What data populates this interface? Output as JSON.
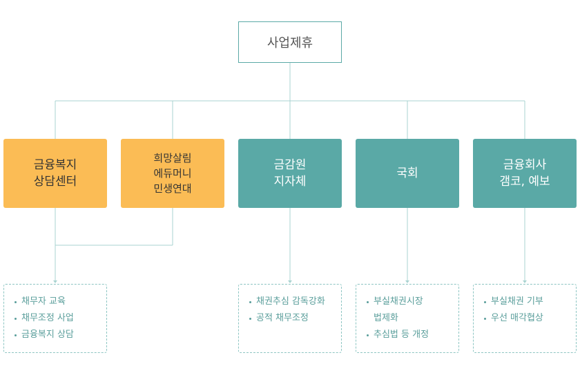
{
  "root": {
    "label": "사업제휴"
  },
  "nodes": [
    {
      "lines": [
        "금융복지",
        "상담센터"
      ]
    },
    {
      "lines": [
        "희망살림",
        "에듀머니",
        "민생연대"
      ]
    },
    {
      "lines": [
        "금감원",
        "지자체"
      ]
    },
    {
      "lines": [
        "국회"
      ]
    },
    {
      "lines": [
        "금융회사",
        "갬코, 예보"
      ]
    }
  ],
  "details": [
    {
      "items": [
        "채무자 교육",
        "채무조정 사업",
        "금융복지 상담"
      ]
    },
    {
      "items": [
        "채권추심 감독강화",
        "공적 채무조정"
      ]
    },
    {
      "items": [
        "부실채권시장",
        "법제화",
        "추심법 등 개정"
      ]
    },
    {
      "items": [
        "부실채권 기부",
        "우선 매각협상"
      ]
    }
  ],
  "colors": {
    "teal": "#5aa9a6",
    "orange": "#fbbc55",
    "line": "#a9d3d1"
  }
}
